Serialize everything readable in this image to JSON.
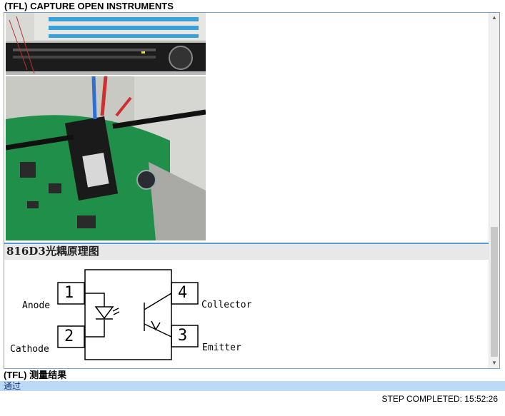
{
  "header": {
    "title": "(TFL) CAPTURE OPEN INSTRUMENTS"
  },
  "section": {
    "title": "816D3光耦原理图"
  },
  "schematic": {
    "pins": [
      {
        "number": "1",
        "label": "Anode"
      },
      {
        "number": "2",
        "label": "Cathode"
      },
      {
        "number": "4",
        "label": "Collector"
      },
      {
        "number": "3",
        "label": "Emitter"
      }
    ]
  },
  "result": {
    "label": "(TFL) 测量结果",
    "value": "通过"
  },
  "status": {
    "text": "STEP COMPLETED: 15:52:26"
  },
  "colors": {
    "accent": "#5b9bd5",
    "result_bar": "#bcd9f7",
    "border": "#7da2ce"
  }
}
